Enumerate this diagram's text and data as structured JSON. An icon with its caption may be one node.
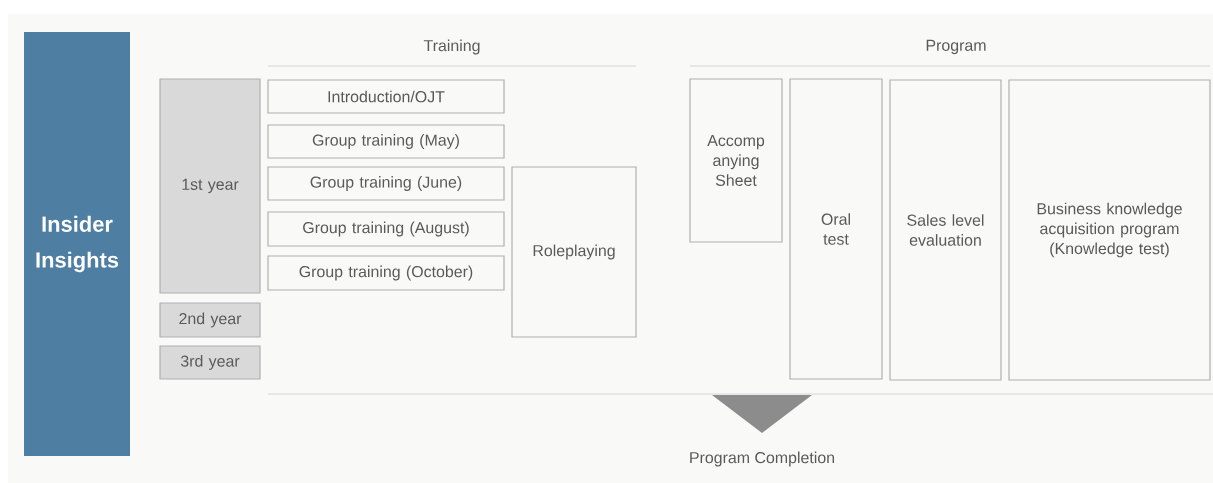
{
  "diagram": {
    "nodes": [
      {
        "text": [
          "Insider Insights"
        ]
      },
      {
        "text": [
          "1st year"
        ]
      },
      {
        "text": [
          "2nd year"
        ]
      },
      {
        "text": [
          "3rd year"
        ]
      },
      {
        "text": [
          "Introduction/OJT"
        ]
      },
      {
        "text": [
          "Group training (May)"
        ]
      },
      {
        "text": [
          "Group training (June)"
        ]
      },
      {
        "text": [
          "Group training (August)"
        ]
      },
      {
        "text": [
          "Group training (October)"
        ]
      },
      {
        "text": [
          "Roleplaying"
        ]
      },
      {
        "text": [
          "Accomp anying Sheet"
        ]
      },
      {
        "text": [
          "Oral test"
        ]
      },
      {
        "text": [
          "Sales level evaluation"
        ]
      },
      {
        "text": [
          "Business knowledge acquisition program (Knowledge test)"
        ]
      }
    ],
    "labels": [
      "Training",
      "Program",
      "Program Completion"
    ]
  }
}
